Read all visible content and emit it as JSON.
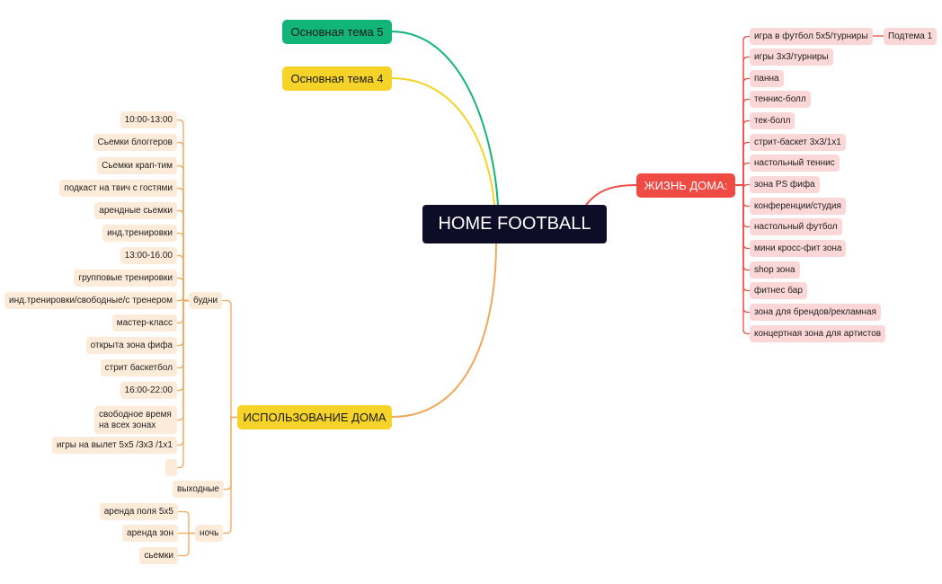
{
  "root": "HOME FOOTBALL",
  "topic5": "Основная тема 5",
  "topic4": "Основная тема 4",
  "life": {
    "label": "ЖИЗНЬ ДОМА:",
    "items": [
      "игра в футбол 5х5/турниры",
      "игры 3х3/турниры",
      "панна",
      "теннис-болл",
      "тек-болл",
      "стрит-баскет 3х3/1х1",
      "настольный теннис",
      "зона PS фифа",
      "конференции/студия",
      "настольный футбол",
      "мини кросс-фит зона",
      "shop зона",
      "фитнес бар",
      "зона для брендов/рекламная",
      "концертная зона для артистов"
    ],
    "subtopic": "Подтема 1"
  },
  "usage": {
    "label": "ИСПОЛЬЗОВАНИЕ ДОМА",
    "weekdays": {
      "label": "будни",
      "items": [
        "10:00-13:00",
        "Сьемки блоггеров",
        "Сьемки крап-тим",
        "подкаст на твич с гостями",
        "арендные сьемки",
        "инд.тренировки",
        "13:00-16.00",
        "групповые тренировки",
        "инд.тренировки/свободные/с тренером",
        "мастер-класс",
        "открыта зона фифа",
        "стрит баскетбол",
        "16:00-22:00",
        "свободное время на всех зонах",
        "игры на вылет 5х5 /3х3 /1х1",
        ""
      ]
    },
    "weekend": {
      "label": "выходные"
    },
    "night": {
      "label": "ночь",
      "items": [
        "аренда поля 5х5",
        "аренда зон",
        "сьемки"
      ]
    }
  },
  "colors": {
    "root": "#0d0d28",
    "green": "#12b577",
    "yellow": "#f5d328",
    "red": "#f04a45",
    "orange_line": "#f0a85a",
    "pink": "#fbd7d7",
    "beige": "#fdebd9"
  }
}
